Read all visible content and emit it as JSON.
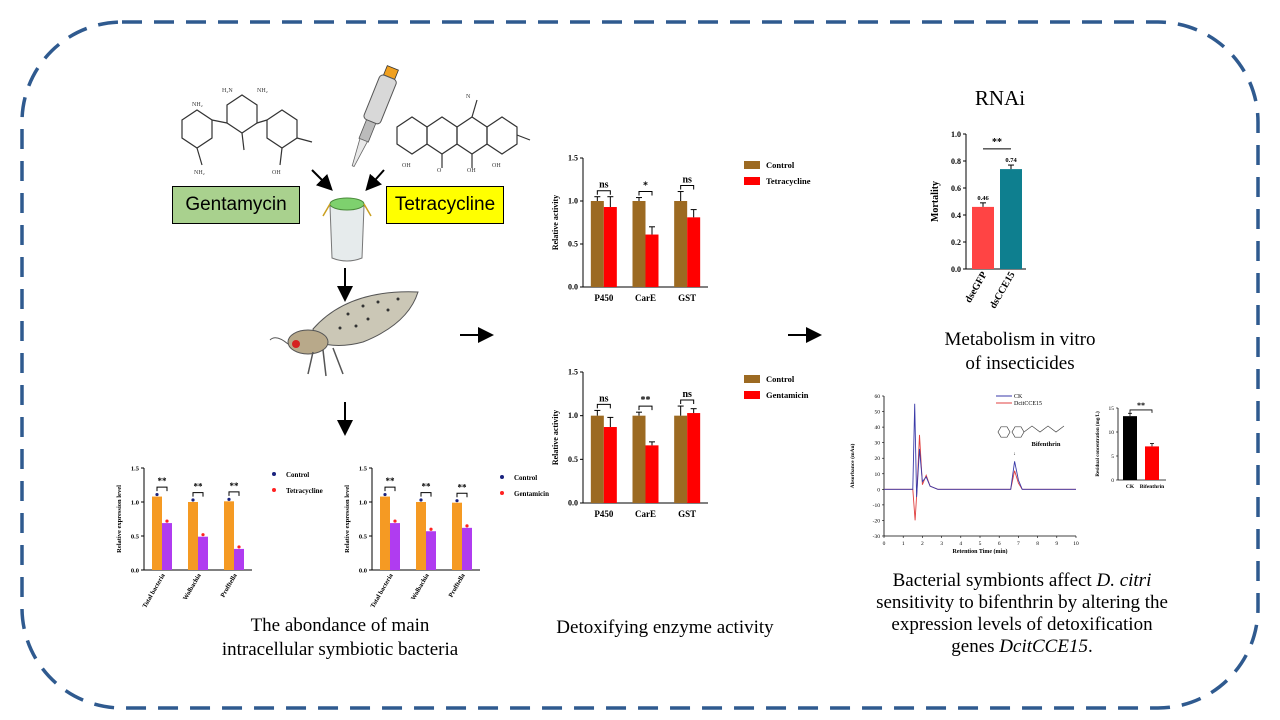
{
  "labels": {
    "gentamycin": "Gentamycin",
    "tetracycline": "Tetracycline",
    "rnai": "RNAi",
    "metabolism": "Metabolism in vitro\nof insecticides",
    "abundance": "The abondance of  main\nintracellular symbiotic bacteria",
    "enzyme": "Detoxifying enzyme activity",
    "conclusion_1": "Bacterial symbionts affect ",
    "conclusion_species": "D. citri",
    "conclusion_2": "sensitivity to bifenthrin by altering the",
    "conclusion_3": "expression levels of detoxification",
    "conclusion_4": "genes ",
    "conclusion_gene": "DcitCCE15",
    "conclusion_5": "."
  },
  "colors": {
    "frame": "#2f5a8f",
    "gentamycin_box": "#a9d18e",
    "tetracycline_box": "#ffff00",
    "control_brown": "#9c6a22",
    "treatment_red": "#ff0000",
    "orange": "#f59a23",
    "purple": "#b03cf0",
    "mortality_red": "#ff4444",
    "mortality_teal": "#0e7f8f"
  },
  "chart_data": [
    {
      "id": "tetra-enzyme",
      "type": "bar",
      "categories": [
        "P450",
        "CarE",
        "GST"
      ],
      "series": [
        {
          "name": "Control",
          "values": [
            1.0,
            1.0,
            1.0
          ],
          "err": [
            0.05,
            0.04,
            0.11
          ]
        },
        {
          "name": "Tetracycline",
          "values": [
            0.93,
            0.61,
            0.81
          ],
          "err": [
            0.12,
            0.09,
            0.09
          ]
        }
      ],
      "sig": [
        "ns",
        "*",
        "ns"
      ],
      "ylabel": "Relative activity",
      "ylim": [
        0,
        1.5
      ],
      "yticks": [
        "0.0",
        "0.5",
        "1.0",
        "1.5"
      ]
    },
    {
      "id": "genta-enzyme",
      "type": "bar",
      "categories": [
        "P450",
        "CarE",
        "GST"
      ],
      "series": [
        {
          "name": "Control",
          "values": [
            1.0,
            1.0,
            1.0
          ],
          "err": [
            0.06,
            0.04,
            0.11
          ]
        },
        {
          "name": "Gentamicin",
          "values": [
            0.87,
            0.66,
            1.03
          ],
          "err": [
            0.11,
            0.04,
            0.05
          ]
        }
      ],
      "sig": [
        "ns",
        "**",
        "ns"
      ],
      "ylabel": "Relative activity",
      "ylim": [
        0,
        1.5
      ],
      "yticks": [
        "0.0",
        "0.5",
        "1.0",
        "1.5"
      ]
    },
    {
      "id": "tetra-expression",
      "type": "bar",
      "categories": [
        "Total bacteria",
        "Wolbachia",
        "Profftella"
      ],
      "series": [
        {
          "name": "Control",
          "values": [
            1.08,
            1.0,
            1.01
          ]
        },
        {
          "name": "Tetracycline",
          "values": [
            0.69,
            0.49,
            0.31
          ]
        }
      ],
      "sig": [
        "**",
        "**",
        "**"
      ],
      "ylabel": "Relative expression level",
      "ylim": [
        0,
        1.5
      ],
      "yticks": [
        "0.0",
        "0.5",
        "1.0",
        "1.5"
      ]
    },
    {
      "id": "genta-expression",
      "type": "bar",
      "categories": [
        "Total bacteria",
        "Wolbachia",
        "Profftella"
      ],
      "series": [
        {
          "name": "Control",
          "values": [
            1.08,
            1.0,
            0.99
          ]
        },
        {
          "name": "Gentamicin",
          "values": [
            0.69,
            0.57,
            0.62
          ]
        }
      ],
      "sig": [
        "**",
        "**",
        "**"
      ],
      "ylabel": "Relative expression level",
      "ylim": [
        0,
        1.5
      ],
      "yticks": [
        "0.0",
        "0.5",
        "1.0",
        "1.5"
      ]
    },
    {
      "id": "mortality",
      "type": "bar",
      "categories": [
        "dseGFP",
        "dsCCE15"
      ],
      "values": [
        0.46,
        0.74
      ],
      "value_labels": [
        "0.46",
        "0.74"
      ],
      "sig": "**",
      "ylabel": "Mortality",
      "ylim": [
        0,
        1.0
      ],
      "yticks": [
        "0.0",
        "0.2",
        "0.4",
        "0.6",
        "0.8",
        "1.0"
      ]
    },
    {
      "id": "chromatogram",
      "type": "line",
      "series": [
        {
          "name": "CK"
        },
        {
          "name": "DcitCCE15"
        }
      ],
      "annotation": "Bifenthrin",
      "xlabel": "Retention Time (min)",
      "ylabel": "Absorbance (mAu)",
      "xlim": [
        0,
        10
      ],
      "ylim": [
        -30,
        60
      ],
      "xticks": [
        "0",
        "1",
        "2",
        "3",
        "4",
        "5",
        "6",
        "7",
        "8",
        "9",
        "10"
      ],
      "yticks": [
        "-30",
        "-20",
        "-10",
        "0",
        "10",
        "20",
        "30",
        "40",
        "50",
        "60"
      ]
    },
    {
      "id": "residual",
      "type": "bar",
      "categories": [
        "CK",
        "Bifenthrin"
      ],
      "values": [
        13.3,
        7.0
      ],
      "sig": "**",
      "ylabel": "Residual concentration (mg/L)",
      "ylim": [
        0,
        15
      ],
      "yticks": [
        "0",
        "5",
        "10",
        "15"
      ]
    }
  ]
}
